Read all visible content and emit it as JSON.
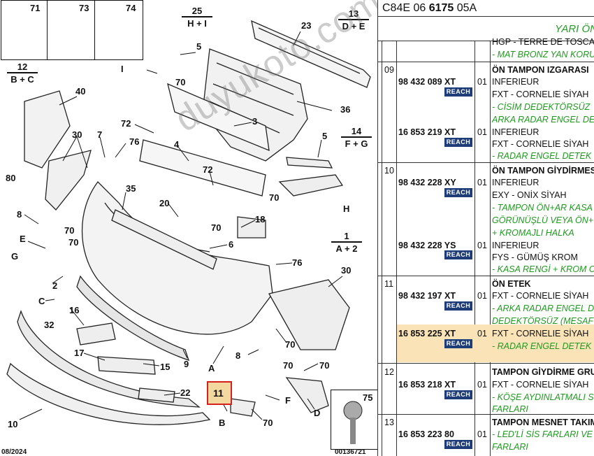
{
  "diagram": {
    "insets": [
      {
        "num": "71"
      },
      {
        "num": "73"
      },
      {
        "num": "74"
      }
    ],
    "groups": [
      {
        "num": "25",
        "sub": "H + I"
      },
      {
        "num": "13",
        "sub": "D + E"
      },
      {
        "num": "12",
        "sub": "B + C"
      },
      {
        "num": "14",
        "sub": "F + G"
      },
      {
        "num": "1",
        "sub": "A + 2"
      }
    ],
    "callouts": [
      "23",
      "5",
      "I",
      "70",
      "36",
      "3",
      "40",
      "72",
      "4",
      "30",
      "7",
      "76",
      "5",
      "H",
      "80",
      "72",
      "70",
      "35",
      "20",
      "70",
      "8",
      "70",
      "E",
      "70",
      "18",
      "6",
      "76",
      "G",
      "2",
      "30",
      "C",
      "16",
      "32",
      "17",
      "15",
      "9",
      "A",
      "8",
      "70",
      "22",
      "70",
      "10",
      "B",
      "70",
      "F",
      "D",
      "75",
      "70"
    ],
    "selected": "11",
    "footer_date": "08/2024",
    "footer_ref": "00136721",
    "watermark": "duyukoto.com",
    "bolt_label": "75"
  },
  "table": {
    "code_prefix": "C84E 06 ",
    "code_bold": "6175",
    "code_suffix": " 05A",
    "section_title": "YARI ÖN",
    "reach_label": "REACH",
    "prev_lines": [
      "HGP - TERRE DE TOSCA",
      "- MAT BRONZ YAN KORU"
    ],
    "rows": [
      {
        "num": "09",
        "title": "ÖN TAMPON IZGARASI",
        "parts": [
          {
            "ref": "98 432 089 XT",
            "qty": "01",
            "lines": [
              "INFERIEUR",
              "FXT - CORNELIE SİYAH"
            ],
            "notes": [
              "- CİSİM DEDEKTÖRSÜZ",
              "ARKA RADAR ENGEL DE"
            ]
          },
          {
            "ref": "16 853 219 XT",
            "qty": "01",
            "lines": [
              "INFERIEUR",
              "FXT - CORNELIE SİYAH"
            ],
            "notes": [
              "- RADAR ENGEL DETEK"
            ]
          }
        ]
      },
      {
        "num": "10",
        "title": "ÖN TAMPON GİYDİRMES",
        "parts": [
          {
            "ref": "98 432 228 XY",
            "qty": "01",
            "lines": [
              "INFERIEUR",
              "EXY - ONİX SİYAH"
            ],
            "notes": [
              "- TAMPON ÖN+AR KASA",
              "GÖRÜNÜŞLÜ VEYA ÖN+",
              "+ KROMAJLI HALKA"
            ]
          },
          {
            "ref": "98 432 228 YS",
            "qty": "01",
            "lines": [
              "INFERIEUR",
              "FYS - GÜMÜŞ KROM"
            ],
            "notes": [
              "- KASA RENGİ + KROM C"
            ]
          }
        ]
      },
      {
        "num": "11",
        "title": "ÖN ETEK",
        "parts": [
          {
            "ref": "98 432 197 XT",
            "qty": "01",
            "lines": [
              "FXT - CORNELIE SİYAH"
            ],
            "notes": [
              "- ARKA RADAR ENGEL D",
              "DEDEKTÖRSÜZ (MESAF"
            ]
          },
          {
            "ref": "16 853 225 XT",
            "qty": "01",
            "lines": [
              "FXT - CORNELIE SİYAH"
            ],
            "notes": [
              "- RADAR ENGEL DETEK"
            ]
          }
        ]
      },
      {
        "num": "12",
        "title": "TAMPON GİYDİRME GRU",
        "parts": [
          {
            "ref": "16 853 218 XT",
            "qty": "01",
            "lines": [
              "FXT - CORNELIE SİYAH"
            ],
            "notes": [
              "- KÖŞE AYDINLATMALI S",
              "FARLARI"
            ]
          }
        ]
      },
      {
        "num": "13",
        "title": "TAMPON MESNET TAKIM",
        "parts": [
          {
            "ref": "16 853 223 80",
            "qty": "01",
            "lines": [],
            "notes": [
              "- LED'Lİ SİS FARLARI VE",
              "FARLARI"
            ]
          }
        ]
      }
    ]
  }
}
